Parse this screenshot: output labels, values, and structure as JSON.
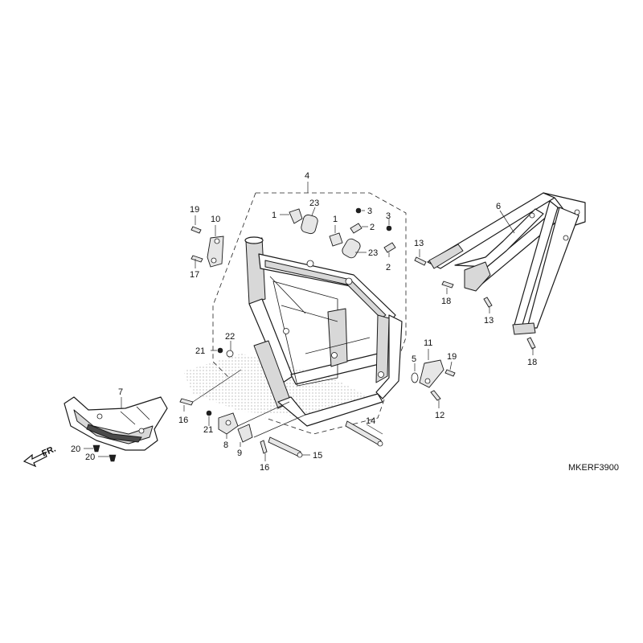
{
  "diagram_code": "MKERF3900",
  "front_indicator": "FR.",
  "callouts": {
    "c1a": "1",
    "c1b": "1",
    "c2a": "2",
    "c2b": "2",
    "c3a": "3",
    "c3b": "3",
    "c4": "4",
    "c5": "5",
    "c6": "6",
    "c7": "7",
    "c8": "8",
    "c9": "9",
    "c10": "10",
    "c11": "11",
    "c12": "12",
    "c13a": "13",
    "c13b": "13",
    "c14": "14",
    "c15": "15",
    "c16a": "16",
    "c16b": "16",
    "c17": "17",
    "c18a": "18",
    "c18b": "18",
    "c19a": "19",
    "c19b": "19",
    "c20a": "20",
    "c20b": "20",
    "c21a": "21",
    "c21b": "21",
    "c22": "22",
    "c23a": "23",
    "c23b": "23"
  }
}
